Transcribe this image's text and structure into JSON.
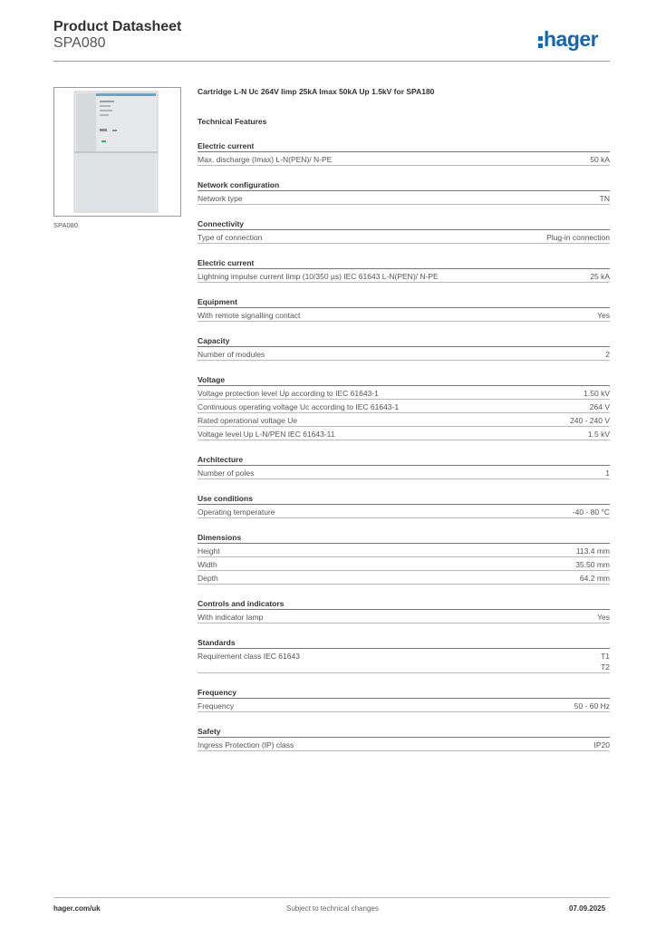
{
  "header": {
    "title": "Product Datasheet",
    "subtitle": "SPA080",
    "logo_text": "hager"
  },
  "image": {
    "caption": "SPA080"
  },
  "product_title": "Cartridge L-N Uc 264V Iimp 25kA Imax 50kA Up 1.5kV for SPA180",
  "technical_heading": "Technical Features",
  "sections": [
    {
      "heading": "Electric current",
      "rows": [
        {
          "label": "Max. discharge (Imax) L-N(PEN)/ N-PE",
          "value": "50 kA"
        }
      ]
    },
    {
      "heading": "Network configuration",
      "rows": [
        {
          "label": "Network type",
          "value": "TN"
        }
      ]
    },
    {
      "heading": "Connectivity",
      "rows": [
        {
          "label": "Type of connection",
          "value": "Plug-in connection"
        }
      ]
    },
    {
      "heading": "Electric current",
      "rows": [
        {
          "label": "Lightning impulse current Iimp (10/350 µs) IEC 61643 L-N(PEN)/ N-PE",
          "value": "25 kA"
        }
      ]
    },
    {
      "heading": "Equipment",
      "rows": [
        {
          "label": "With remote signalling contact",
          "value": "Yes"
        }
      ]
    },
    {
      "heading": "Capacity",
      "rows": [
        {
          "label": "Number of modules",
          "value": "2"
        }
      ]
    },
    {
      "heading": "Voltage",
      "rows": [
        {
          "label": "Voltage protection level Up according to IEC 61643-1",
          "value": "1.50 kV"
        },
        {
          "label": "Continuous operating voltage Uc according to IEC 61643-1",
          "value": "264 V"
        },
        {
          "label": "Rated operational voltage Ue",
          "value": "240 - 240 V"
        },
        {
          "label": "Voltage level Up L-N/PEN IEC 61643-11",
          "value": "1.5 kV"
        }
      ]
    },
    {
      "heading": "Architecture",
      "rows": [
        {
          "label": "Number of poles",
          "value": "1"
        }
      ]
    },
    {
      "heading": "Use conditions",
      "rows": [
        {
          "label": "Operating temperature",
          "value": "-40 - 80 °C"
        }
      ]
    },
    {
      "heading": "Dimensions",
      "rows": [
        {
          "label": "Height",
          "value": "113.4 mm"
        },
        {
          "label": "Width",
          "value": "35.50 mm"
        },
        {
          "label": "Depth",
          "value": "64.2 mm"
        }
      ]
    },
    {
      "heading": "Controls and indicators",
      "rows": [
        {
          "label": "With indicator lamp",
          "value": "Yes"
        }
      ]
    },
    {
      "heading": "Standards",
      "rows": [
        {
          "label": "Requirement class IEC 61643",
          "value": "T1\nT2"
        }
      ]
    },
    {
      "heading": "Frequency",
      "rows": [
        {
          "label": "Frequency",
          "value": "50 - 60 Hz"
        }
      ]
    },
    {
      "heading": "Safety",
      "rows": [
        {
          "label": "Ingress Protection (IP) class",
          "value": "IP20"
        }
      ]
    }
  ],
  "footer": {
    "left": "hager.com/uk",
    "center": "Subject to technical changes",
    "right": "07.09.2025"
  }
}
